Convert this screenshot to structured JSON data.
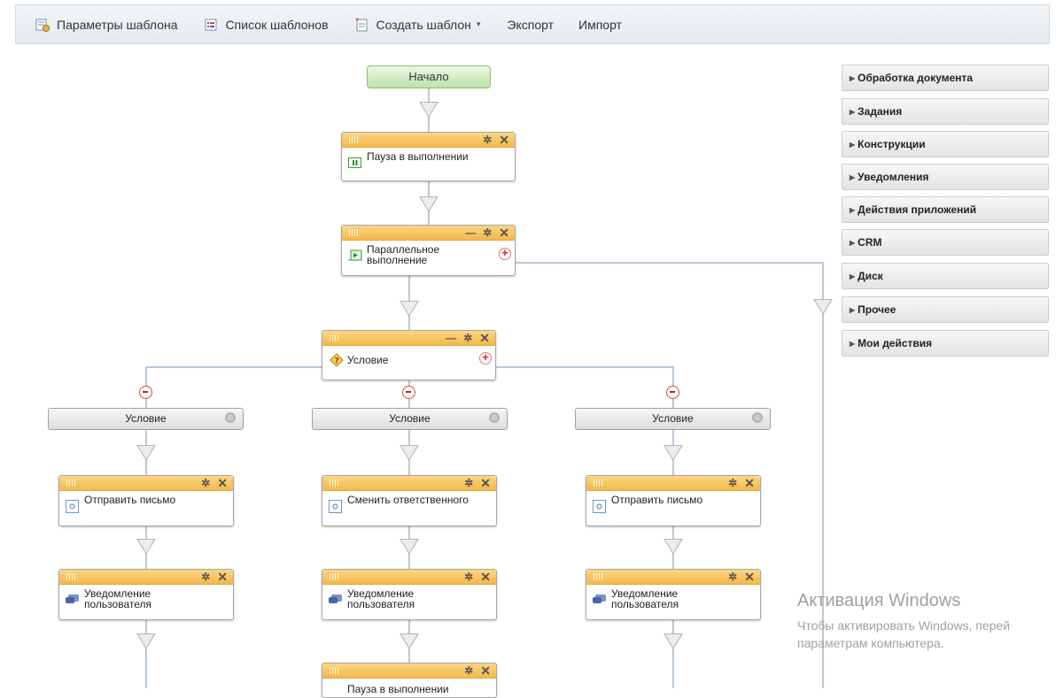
{
  "toolbar": {
    "params": {
      "label": "Параметры шаблона",
      "icon": "template-params-icon"
    },
    "list": {
      "label": "Список шаблонов",
      "icon": "template-list-icon"
    },
    "create": {
      "label": "Создать шаблон",
      "icon": "create-template-icon"
    },
    "export": {
      "label": "Экспорт"
    },
    "import": {
      "label": "Импорт"
    }
  },
  "workflow": {
    "start": "Начало",
    "pause": "Пауза в выполнении",
    "parallel": "Параллельное выполнение",
    "condition": "Условие",
    "branches": [
      {
        "condition": "Условие",
        "action": "Отправить письмо",
        "notify": "Уведомление пользователя"
      },
      {
        "condition": "Условие",
        "action": "Сменить ответственного",
        "notify": "Уведомление пользователя",
        "extra": "Пауза в выполнении"
      },
      {
        "condition": "Условие",
        "action": "Отправить письмо",
        "notify": "Уведомление пользователя"
      }
    ]
  },
  "sidebar": {
    "items": [
      {
        "label": "Обработка документа"
      },
      {
        "label": "Задания"
      },
      {
        "label": "Конструкции"
      },
      {
        "label": "Уведомления"
      },
      {
        "label": "Действия приложений"
      },
      {
        "label": "CRM"
      },
      {
        "label": "Диск"
      },
      {
        "label": "Прочее"
      },
      {
        "label": "Мои действия"
      }
    ]
  },
  "watermark": {
    "title": "Активация Windows",
    "subtitle": "Чтобы активировать Windows, перей",
    "subtitle2": "параметрам компьютера."
  },
  "colors": {
    "header_orange": "#f3b94a",
    "start_green": "#bfe2ad",
    "connector": "#b8c9d9"
  }
}
